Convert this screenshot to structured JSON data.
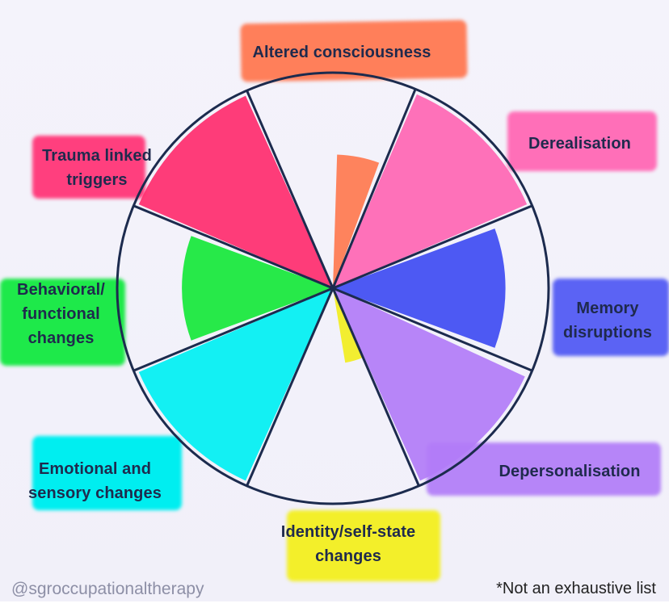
{
  "diagram": {
    "type": "wheel",
    "segments": [
      {
        "id": "altered-consciousness",
        "lines": [
          "Altered consciousness"
        ],
        "color": "#ff7a4f"
      },
      {
        "id": "derealisation",
        "lines": [
          "Derealisation"
        ],
        "color": "#ff66b3"
      },
      {
        "id": "memory-disruptions",
        "lines": [
          "Memory",
          "disruptions"
        ],
        "color": "#3f4cf2"
      },
      {
        "id": "depersonalisation",
        "lines": [
          "Depersonalisation"
        ],
        "color": "#b27cf7"
      },
      {
        "id": "identity-self-state-changes",
        "lines": [
          "Identity/self-state",
          "changes"
        ],
        "color": "#f2ee1f"
      },
      {
        "id": "emotional-and-sensory-changes",
        "lines": [
          "Emotional and",
          "sensory changes"
        ],
        "color": "#00f0f2"
      },
      {
        "id": "behavioral-functional-changes",
        "lines": [
          "Behavioral/",
          "functional",
          "changes"
        ],
        "color": "#16e83a"
      },
      {
        "id": "trauma-linked-triggers",
        "lines": [
          "Trauma linked",
          "triggers"
        ],
        "color": "#ff2d6e"
      }
    ],
    "outline_color": "#1c2b4e"
  },
  "footer": {
    "handle": "@sgroccupationaltherapy",
    "note": "*Not an exhaustive list"
  }
}
